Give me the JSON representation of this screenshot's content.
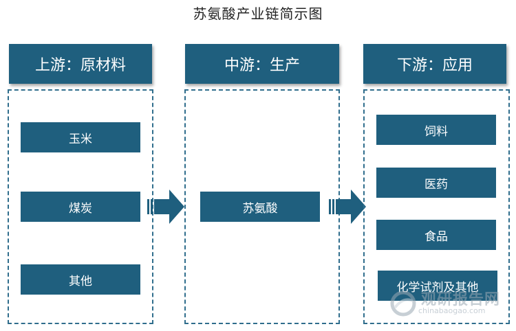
{
  "title": "苏氨酸产业链简示图",
  "columns": [
    {
      "header": "上游：原材料",
      "items": [
        "玉米",
        "煤炭",
        "其他"
      ]
    },
    {
      "header": "中游：生产",
      "items": [
        "苏氨酸"
      ]
    },
    {
      "header": "下游：应用",
      "items": [
        "饲料",
        "医药",
        "食品",
        "化学试剂及其他"
      ]
    }
  ],
  "watermark": {
    "cn": "观研报告网",
    "en": "chinabaogao.com"
  },
  "colors": {
    "box": "#1f5f7e",
    "dash": "#2f6d8c",
    "arrow": "#1f5f7e"
  }
}
